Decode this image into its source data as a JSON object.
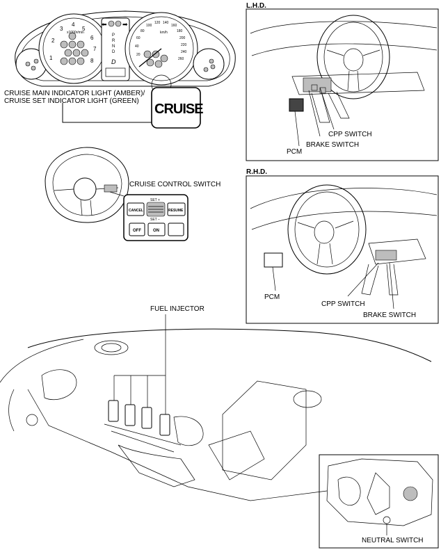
{
  "labels": {
    "cruise_indicator_line1": "CRUISE MAIN INDICATOR LIGHT (AMBER)/",
    "cruise_indicator_line2": "CRUISE SET INDICATOR LIGHT (GREEN)",
    "cruise_badge": "CRUISE",
    "cruise_control_switch": "CRUISE CONTROL SWITCH",
    "fuel_injector": "FUEL INJECTOR",
    "neutral_switch": "NEUTRAL SWITCH"
  },
  "switch_buttons": {
    "set_plus": "SET +",
    "set_minus": "SET −",
    "cancel": "CANCEL",
    "resume": "RESUME",
    "off": "OFF",
    "on": "ON"
  },
  "lhd": {
    "title": "L.H.D.",
    "pcm": "PCM",
    "brake_switch": "BRAKE SWITCH",
    "cpp_switch": "CPP SWITCH"
  },
  "rhd": {
    "title": "R.H.D.",
    "pcm": "PCM",
    "cpp_switch": "CPP SWITCH",
    "brake_switch": "BRAKE SWITCH"
  },
  "gauges": {
    "tacho_numbers": [
      "1",
      "2",
      "3",
      "4",
      "5",
      "6",
      "7",
      "8"
    ],
    "speed_numbers": [
      "20",
      "40",
      "60",
      "80",
      "100",
      "120",
      "140",
      "160",
      "180",
      "200",
      "220",
      "240",
      "260"
    ],
    "speed_unit": "km/h",
    "tacho_unit": "x1000r/min",
    "gear_letters": [
      "P",
      "R",
      "N",
      "D"
    ]
  }
}
